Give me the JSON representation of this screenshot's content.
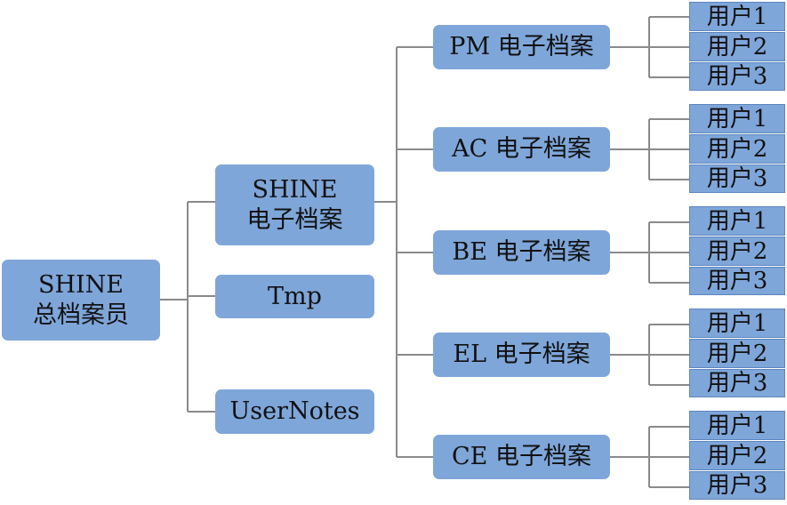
{
  "root": {
    "line1": "SHINE",
    "line2": "总档案员"
  },
  "level1": [
    {
      "key": "shine",
      "line1": "SHINE",
      "line2": "电子档案"
    },
    {
      "key": "tmp",
      "line1": "Tmp"
    },
    {
      "key": "usernotes",
      "line1": "UserNotes"
    }
  ],
  "level2": [
    {
      "key": "pm",
      "label": "PM 电子档案",
      "users": [
        "用户1",
        "用户2",
        "用户3"
      ]
    },
    {
      "key": "ac",
      "label": "AC 电子档案",
      "users": [
        "用户1",
        "用户2",
        "用户3"
      ]
    },
    {
      "key": "be",
      "label": "BE 电子档案",
      "users": [
        "用户1",
        "用户2",
        "用户3"
      ]
    },
    {
      "key": "el",
      "label": "EL 电子档案",
      "users": [
        "用户1",
        "用户2",
        "用户3"
      ]
    },
    {
      "key": "ce",
      "label": "CE 电子档案",
      "users": [
        "用户1",
        "用户2",
        "用户3"
      ]
    }
  ],
  "colors": {
    "node": "#7ea6d9",
    "line": "#8a8a8a",
    "text": "#111111"
  }
}
